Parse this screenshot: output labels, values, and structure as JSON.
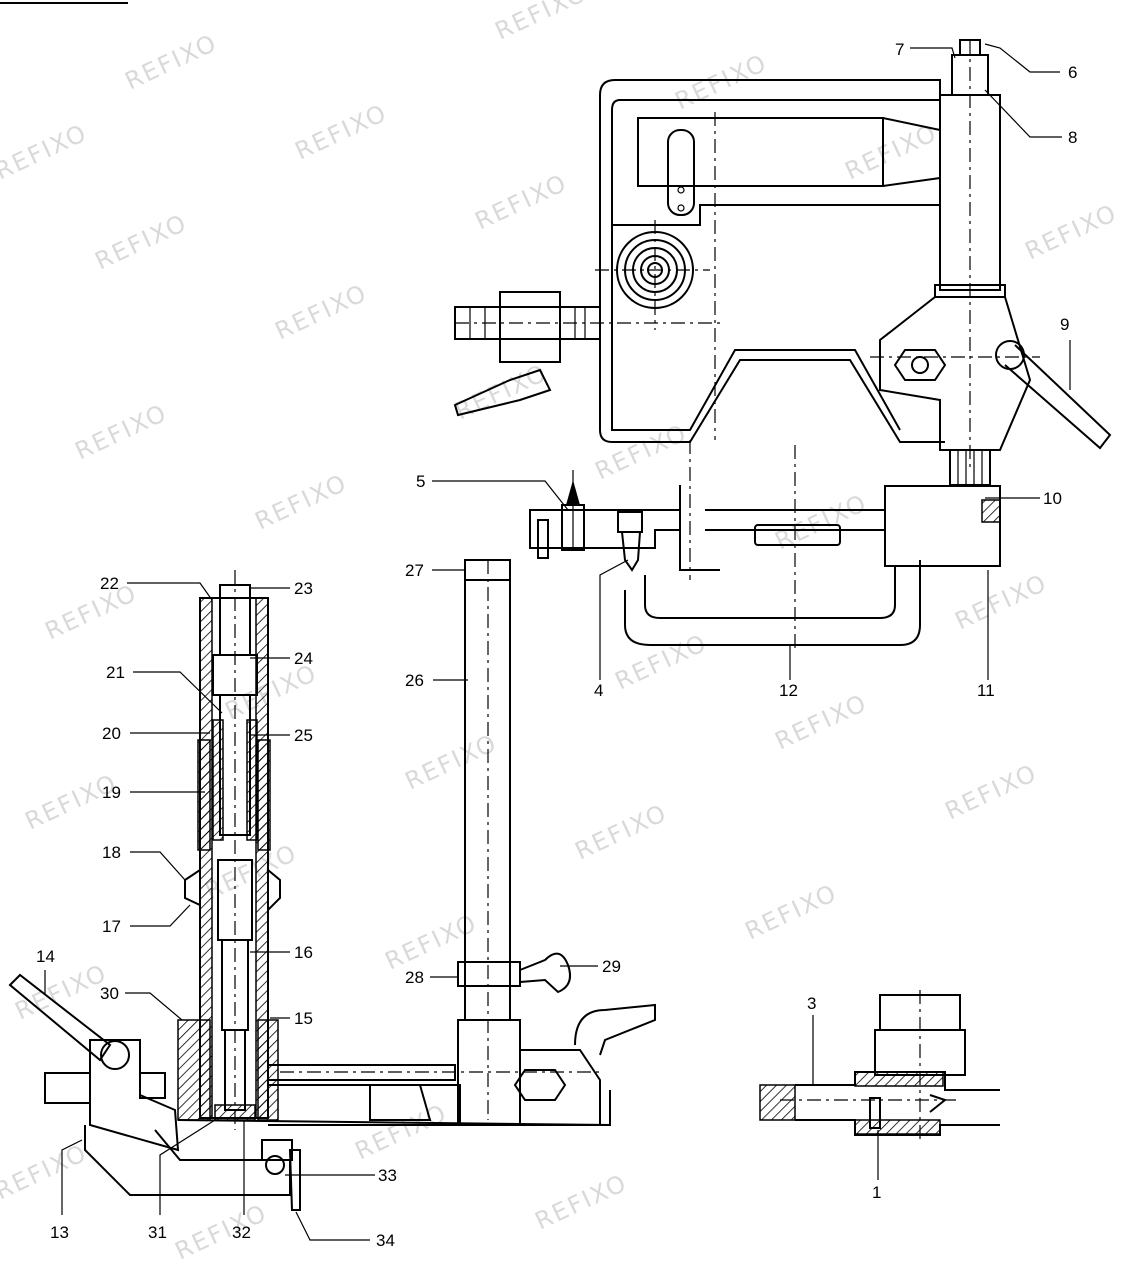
{
  "watermark": "REFIXO",
  "colors": {
    "ink": "#000000",
    "watermark": "#d9d9d9",
    "background": "#ffffff"
  },
  "callouts": [
    {
      "id": "1",
      "text": "1"
    },
    {
      "id": "3",
      "text": "3"
    },
    {
      "id": "4",
      "text": "4"
    },
    {
      "id": "5",
      "text": "5"
    },
    {
      "id": "6",
      "text": "6"
    },
    {
      "id": "7",
      "text": "7"
    },
    {
      "id": "8",
      "text": "8"
    },
    {
      "id": "9",
      "text": "9"
    },
    {
      "id": "10",
      "text": "10"
    },
    {
      "id": "11",
      "text": "11"
    },
    {
      "id": "12",
      "text": "12"
    },
    {
      "id": "13",
      "text": "13"
    },
    {
      "id": "14",
      "text": "14"
    },
    {
      "id": "15",
      "text": "15"
    },
    {
      "id": "16",
      "text": "16"
    },
    {
      "id": "17",
      "text": "17"
    },
    {
      "id": "18",
      "text": "18"
    },
    {
      "id": "19",
      "text": "19"
    },
    {
      "id": "20",
      "text": "20"
    },
    {
      "id": "21",
      "text": "21"
    },
    {
      "id": "22",
      "text": "22"
    },
    {
      "id": "23",
      "text": "23"
    },
    {
      "id": "24",
      "text": "24"
    },
    {
      "id": "25",
      "text": "25"
    },
    {
      "id": "26",
      "text": "26"
    },
    {
      "id": "27",
      "text": "27"
    },
    {
      "id": "28",
      "text": "28"
    },
    {
      "id": "29",
      "text": "29"
    },
    {
      "id": "30",
      "text": "30"
    },
    {
      "id": "31",
      "text": "31"
    },
    {
      "id": "32",
      "text": "32"
    },
    {
      "id": "33",
      "text": "33"
    },
    {
      "id": "34",
      "text": "34"
    }
  ]
}
